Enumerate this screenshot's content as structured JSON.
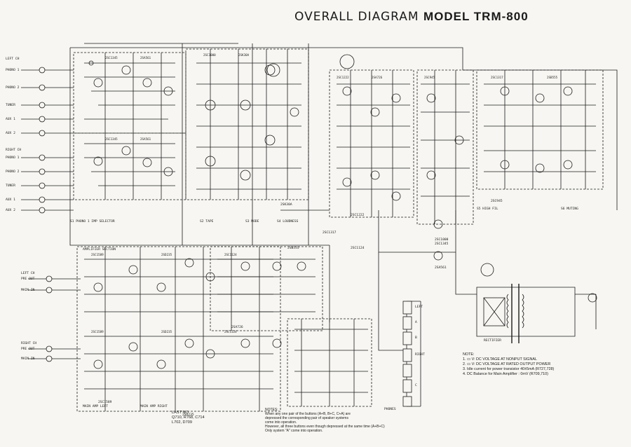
{
  "title": {
    "main": "OVERALL  DIAGRAM",
    "model": "MODEL TRM-800"
  },
  "input_labels": {
    "left_ch": "LEFT CH",
    "right_ch": "RIGHT CH",
    "phono1": "PHONO 1",
    "phono2": "PHONO 2",
    "tuner": "TUNER",
    "aux1": "AUX 1",
    "aux2": "AUX 2",
    "main_in": "MAIN IN",
    "pre_out": "PRE OUT"
  },
  "section_labels": {
    "amplifier": "AMPLIFIER SECTION",
    "rectifier": "RECTIFIER",
    "phones": "PHONES",
    "main_amp_left": "MAIN AMP LEFT",
    "main_amp_right": "MAIN AMP RIGHT"
  },
  "switch_labels": {
    "s1": "S1 PHONO 1 IMP SELECTOR",
    "s2": "S2 TAPE",
    "s3": "S3 MODE",
    "s4": "S4 LOUDNESS",
    "s5": "S5 HIGH FIL",
    "s6": "S6 MUTING"
  },
  "speaker_labels": [
    "LEFT",
    "RIGHT",
    "A",
    "B",
    "C"
  ],
  "lastno": {
    "heading": "LAST NO.",
    "line1": "Q710,  R768,  C714",
    "line2": "L702,  D709"
  },
  "notes_bottom": {
    "heading": "NOTES:",
    "l1": "When any one pair of the buttons (A+B, B+C, C+A) are",
    "l2": "depressed the corresponding pair of speaker systems",
    "l3": "come into operation.",
    "l4": "However, all three buttons even though depressed at the same time (A+B+C)",
    "l5": "Only system  \"A\" come into operation."
  },
  "notes_right": {
    "heading": "NOTE:",
    "n1": "1.  ▭  V: DC VOLTAGE AT NONPUT SIGNAL",
    "n2": "2.  ▭  V: DC VOLTAGE AT RATED OUTPUT POWER",
    "n3": "3. Idle current for power transistor 40±5mA (R727,728)",
    "n4": "4. DC Balance for Main Amplifier : 0mV (R709,710)"
  },
  "parts": [
    "2SC1000",
    "2SC1345",
    "2SA561",
    "2SC1317",
    "2SD235",
    "2SB555",
    "2SC1124",
    "2SC1222",
    "2SC1589",
    "2SA726",
    "2SC945",
    "2SK30A"
  ]
}
